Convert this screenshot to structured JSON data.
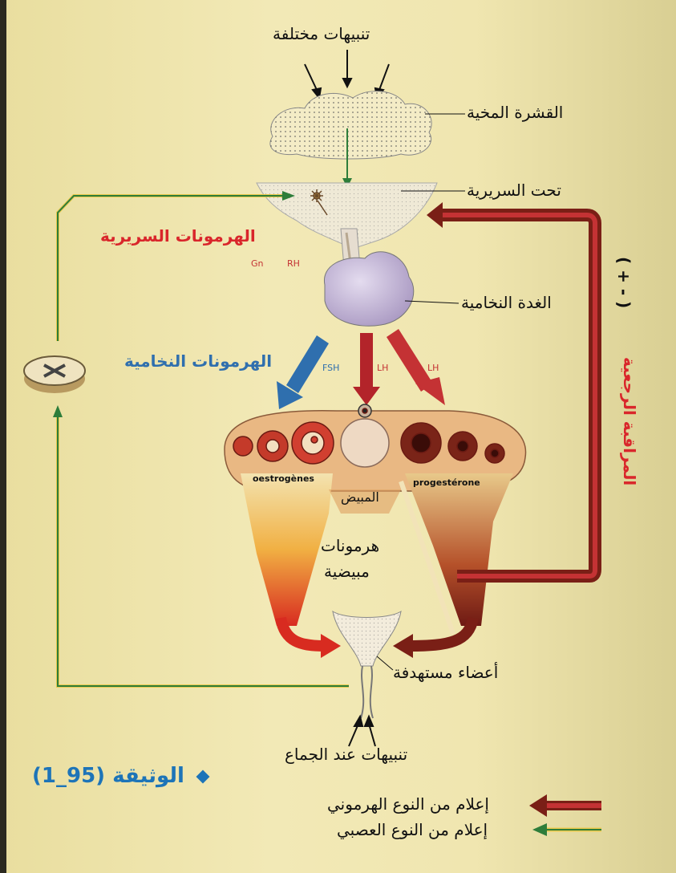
{
  "labels": {
    "stimuli_various": "تنبيهات مختلفة",
    "cortex": "القشرة المخية",
    "hypothalamus": "تحت السريرية",
    "hypothalamic_hormones": "الهرمونات السريرية",
    "gnrh_gn": "Gn",
    "gnrh_rh": "RH",
    "pituitary": "الغدة النخامية",
    "pituitary_hormones": "الهرمونات النخامية",
    "fsh": "FSH",
    "lh_center": "LH",
    "lh_right": "LH",
    "oestrogens": "oestrogènes",
    "ovary": "المبيض",
    "progesterone": "progestérone",
    "ovarian_hormones_1": "هرمونات",
    "ovarian_hormones_2": "مبيضية",
    "target_organs": "أعضاء مستهدفة",
    "stimuli_coitus": "تنبيهات عند الجماع",
    "feedback": "المراقبة الرجعية",
    "feedback_sign": "( + - )"
  },
  "document": {
    "title": "الوثيقة",
    "number": "(1_95)"
  },
  "legend": {
    "hormonal": "إعلام من النوع الهرموني",
    "nervous": "إعلام من النوع العصبي"
  },
  "colors": {
    "hormonal_arrow": "#b3242a",
    "nervous_arrow": "#2e7d3a",
    "fsh_arrow": "#2f6fae",
    "red_text": "#d9262b",
    "blue_text": "#2f6fae"
  }
}
